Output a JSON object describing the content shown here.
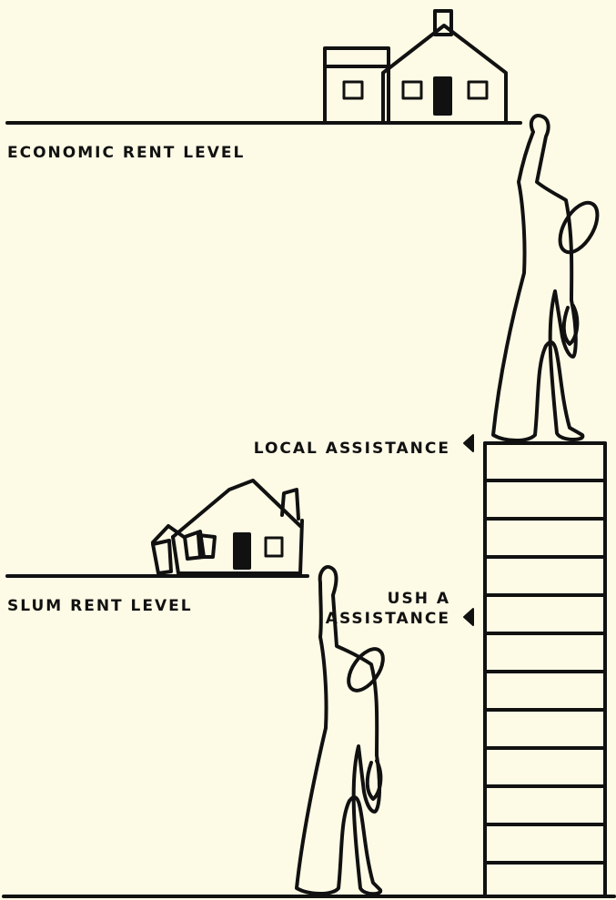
{
  "labels": {
    "economic_rent_level": "ECONOMIC  RENT  LEVEL",
    "slum_rent_level": "SLUM  RENT  LEVEL",
    "local_assistance": "LOCAL  ASSISTANCE",
    "usha_line1": "USH A",
    "usha_line2": "ASSISTANCE"
  },
  "colors": {
    "background": "#fdfbe6",
    "ink": "#111111"
  }
}
